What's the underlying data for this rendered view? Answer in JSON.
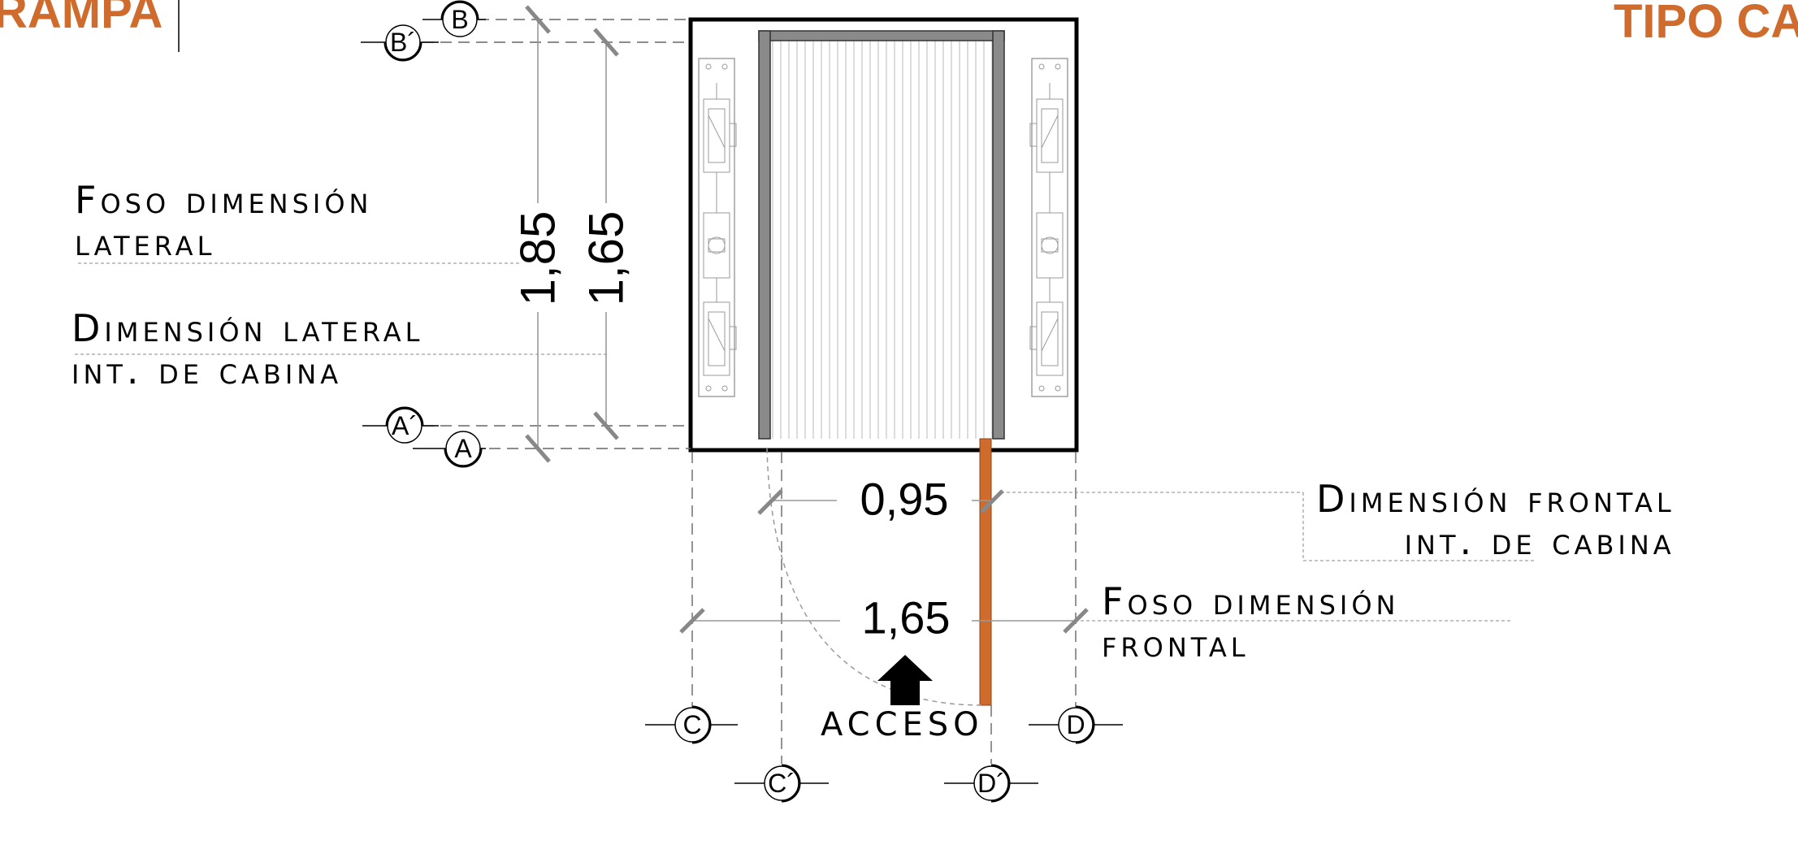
{
  "titles": {
    "left": "RAMPA",
    "right": "TIPO CA"
  },
  "labels": {
    "foso_lateral": [
      "Foso dimensión",
      "lateral"
    ],
    "dim_lateral": [
      "Dimensión lateral",
      "int. de cabina"
    ],
    "dim_frontal": [
      "Dimensión frontal",
      "int. de cabina"
    ],
    "foso_frontal": [
      "Foso dimensión",
      "frontal"
    ],
    "acceso": "ACCESO"
  },
  "dimensions": {
    "vert_outer": "1,85",
    "vert_inner": "1,65",
    "horiz_inner": "0,95",
    "horiz_outer": "1,65"
  },
  "grid_tags": {
    "B": "B",
    "B_prime": "B´",
    "A": "A",
    "A_prime": "A´",
    "C": "C",
    "C_prime": "C´",
    "D": "D",
    "D_prime": "D´"
  },
  "colors": {
    "accent": "#cf6b2c",
    "rail": "#8a8a8a",
    "line": "#000000"
  }
}
